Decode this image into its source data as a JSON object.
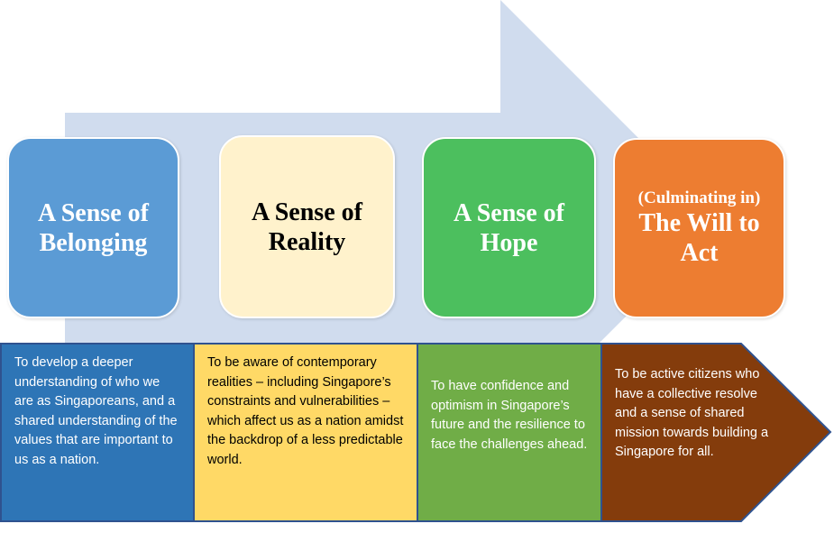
{
  "colors": {
    "arrow": "#d0dcee",
    "border": "#2f528f"
  },
  "stages": [
    {
      "title": "A Sense of Belonging",
      "description": "To develop a deeper understanding of who we are as Singaporeans, and a shared understanding of the values that are important to us as a nation."
    },
    {
      "title": "A Sense of Reality",
      "description": "To be aware of contemporary realities – including Singapore’s constraints and vulnerabilities – which affect us as a nation amidst the backdrop of a less predictable world."
    },
    {
      "title": "A Sense of Hope",
      "description": "To have confidence and optimism in Singapore’s future and the resilience to face the challenges ahead."
    },
    {
      "subtitle": "(Culminating in)",
      "title": "The Will to Act",
      "description": "To be active citizens who have a collective resolve and a sense of shared mission towards building a Singapore for all."
    }
  ]
}
